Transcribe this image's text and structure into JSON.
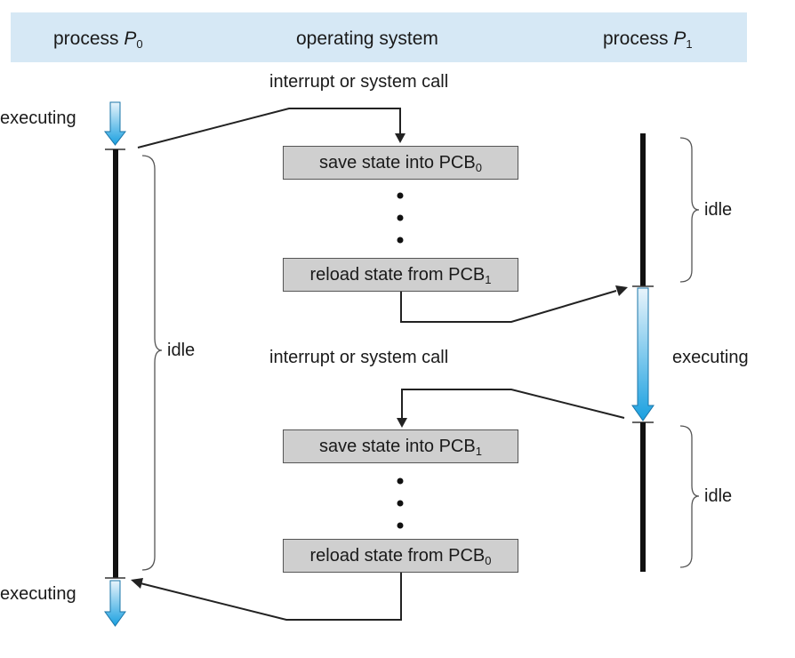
{
  "header": {
    "p0_label": "process",
    "p0_name": "P",
    "p0_sub": "0",
    "os_label": "operating system",
    "p1_label": "process",
    "p1_name": "P",
    "p1_sub": "1"
  },
  "labels": {
    "interrupt_top": "interrupt or system call",
    "interrupt_mid": "interrupt or system call",
    "executing_p0_top": "executing",
    "executing_p0_bottom": "executing",
    "executing_p1": "executing",
    "idle_p0": "idle",
    "idle_p1_top": "idle",
    "idle_p1_bottom": "idle"
  },
  "boxes": {
    "save0": {
      "text": "save state into PCB",
      "sub": "0"
    },
    "reload1": {
      "text": "reload state from PCB",
      "sub": "1"
    },
    "save1": {
      "text": "save state into PCB",
      "sub": "1"
    },
    "reload0": {
      "text": "reload state from PCB",
      "sub": "0"
    }
  },
  "colors": {
    "header_bg": "#d6e8f5",
    "box_bg": "#cfcfcf",
    "arrow_fill_light": "#e8f4fb",
    "arrow_fill_dark": "#1aa0e0"
  }
}
